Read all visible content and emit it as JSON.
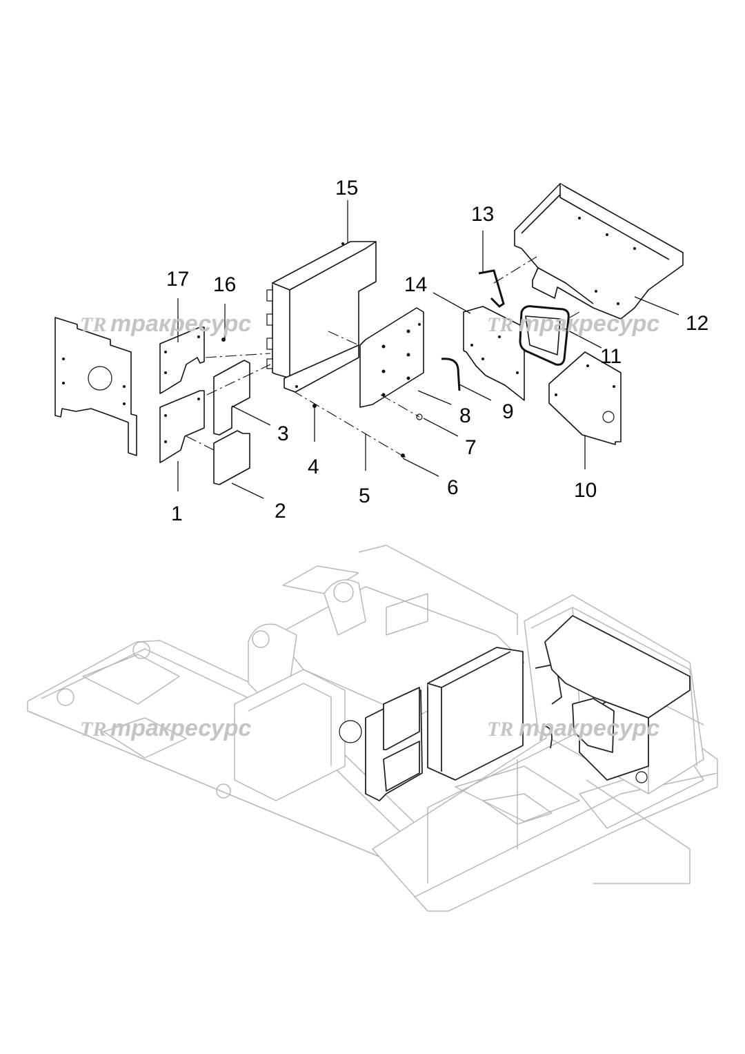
{
  "callouts": [
    {
      "id": "1",
      "label": "1"
    },
    {
      "id": "2",
      "label": "2"
    },
    {
      "id": "3",
      "label": "3"
    },
    {
      "id": "4",
      "label": "4"
    },
    {
      "id": "5",
      "label": "5"
    },
    {
      "id": "6",
      "label": "6"
    },
    {
      "id": "7",
      "label": "7"
    },
    {
      "id": "8",
      "label": "8"
    },
    {
      "id": "9",
      "label": "9"
    },
    {
      "id": "10",
      "label": "10"
    },
    {
      "id": "11",
      "label": "11"
    },
    {
      "id": "12",
      "label": "12"
    },
    {
      "id": "13",
      "label": "13"
    },
    {
      "id": "14",
      "label": "14"
    },
    {
      "id": "15",
      "label": "15"
    },
    {
      "id": "16",
      "label": "16"
    },
    {
      "id": "17",
      "label": "17"
    }
  ],
  "watermark": {
    "logo": "TR",
    "text": "тракресурс"
  }
}
